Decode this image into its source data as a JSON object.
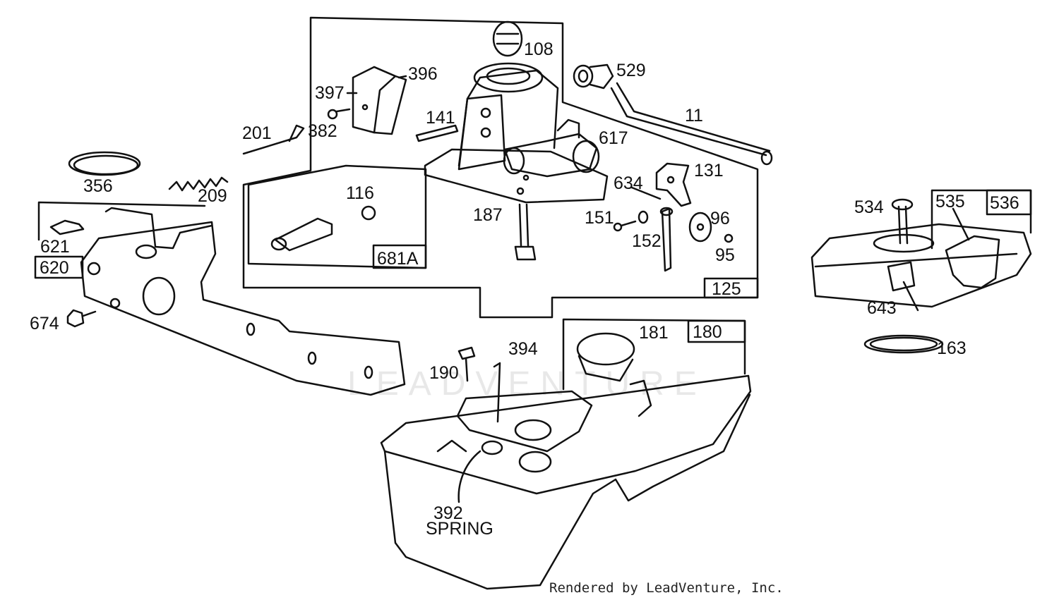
{
  "parts": {
    "p108": "108",
    "p396": "396",
    "p397": "397",
    "p382": "382",
    "p201": "201",
    "p141": "141",
    "p529": "529",
    "p11": "11",
    "p617": "617",
    "p131": "131",
    "p634": "634",
    "p356": "356",
    "p209": "209",
    "p116": "116",
    "p681A": "681A",
    "p187": "187",
    "p151": "151",
    "p152": "152",
    "p96": "96",
    "p95": "95",
    "p125": "125",
    "p621": "621",
    "p620": "620",
    "p674": "674",
    "p181": "181",
    "p180": "180",
    "p394": "394",
    "p190": "190",
    "p392": "392",
    "p392b": "SPRING",
    "p534": "534",
    "p535": "535",
    "p536": "536",
    "p643": "643",
    "p163": "163"
  },
  "watermark": "LEADVENTURE",
  "footer": "Rendered by LeadVenture, Inc.",
  "colors": {
    "ink": "#111111",
    "paper": "#ffffff",
    "watermark": "#e8e8e8"
  }
}
